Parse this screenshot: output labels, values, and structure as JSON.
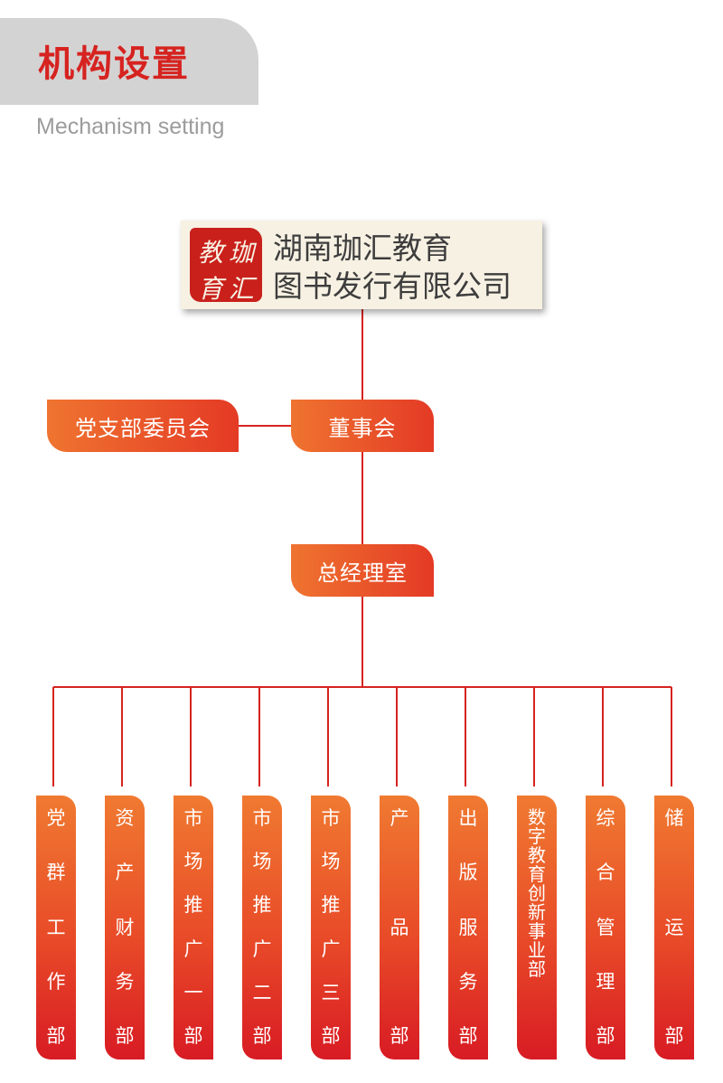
{
  "header": {
    "title": "机构设置",
    "subtitle": "Mechanism setting"
  },
  "company": {
    "name_line1": "湖南珈汇教育",
    "name_line2": "图书发行有限公司",
    "seal_chars": [
      "教",
      "珈",
      "育",
      "汇"
    ]
  },
  "nodes": {
    "party_committee": "党支部委员会",
    "board": "董事会",
    "gm_office": "总经理室"
  },
  "departments": [
    "党群工作部",
    "资产财务部",
    "市场推广一部",
    "市场推广二部",
    "市场推广三部",
    "产品部",
    "出版服务部",
    "数字教育创新事业部",
    "综合管理部",
    "储运部"
  ],
  "colors": {
    "accent_red": "#d62320",
    "line_red": "#d62320",
    "gradient_orange": "#ef7430",
    "title_tab_gray": "#d4d3d3"
  }
}
